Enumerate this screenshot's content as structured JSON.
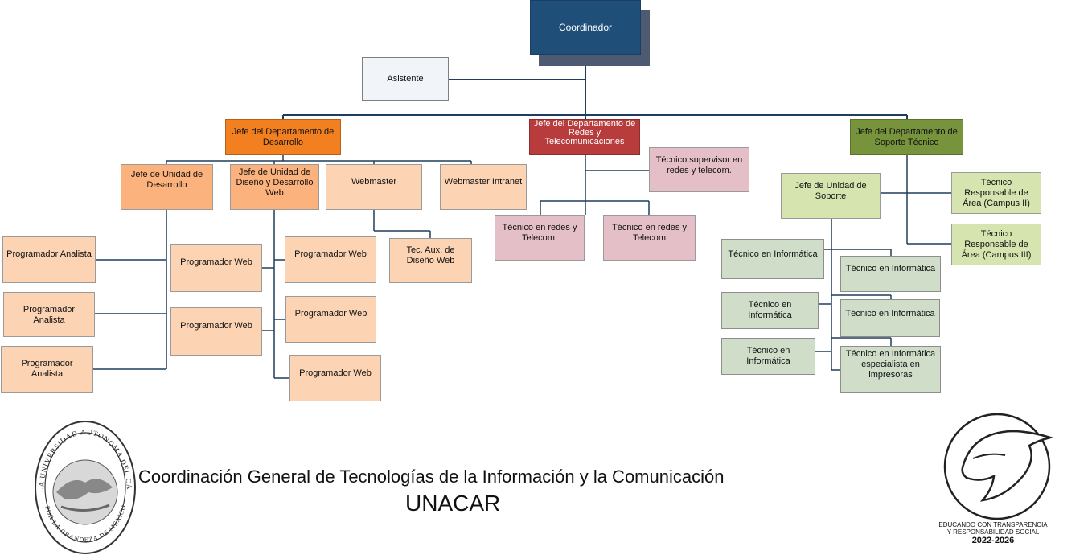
{
  "org": {
    "coordinador": "Coordinador",
    "asistente": "Asistente",
    "jefe_desarrollo": "Jefe del Departamento de Desarrollo",
    "jefe_redes": "Jefe del Departamento de Redes y Telecomunicaciones",
    "jefe_soporte": "Jefe del Departamento de Soporte Técnico",
    "jefe_unidad_desarrollo": "Jefe de Unidad de Desarrollo",
    "jefe_unidad_diseno": "Jefe de Unidad de Diseño y Desarrollo Web",
    "webmaster": "Webmaster",
    "webmaster_intranet": "Webmaster Intranet",
    "programador_analista": "Programador Analista",
    "programador_web": "Programador Web",
    "tec_aux_diseno": "Tec. Aux. de Diseño Web",
    "tec_redes_1": "Técnico en redes y Telecom.",
    "tec_redes_2": "Técnico en redes y Telecom",
    "tec_supervisor": "Técnico supervisor en redes y telecom.",
    "jefe_unidad_soporte": "Jefe de Unidad de Soporte",
    "tec_resp_campus2": "Técnico Responsable de Área (Campus II)",
    "tec_resp_campus3": "Técnico Responsable de Área (Campus III)",
    "tec_informatica": "Técnico en Informática",
    "tec_impresoras": "Técnico en Informática especialista en impresoras"
  },
  "footer": {
    "title": "Coordinación General de Tecnologías de la Información y la Comunicación",
    "subtitle": "UNACAR"
  },
  "seal": {
    "ring_text": "LA UNIVERSIDAD AUTONOMA DEL CARMEN",
    "bottom_text": "POR LA GRANDEZA DE MEXICO"
  },
  "logo": {
    "line1": "EDUCANDO CON TRANSPARENCIA",
    "line2": "Y RESPONSABILIDAD SOCIAL",
    "years": "2022-2026"
  },
  "colors": {
    "line": "#1f3d5c",
    "coordinador": "#1f4e79",
    "desarrollo": "#f28021",
    "redes": "#b83c3c",
    "soporte": "#77933c"
  }
}
